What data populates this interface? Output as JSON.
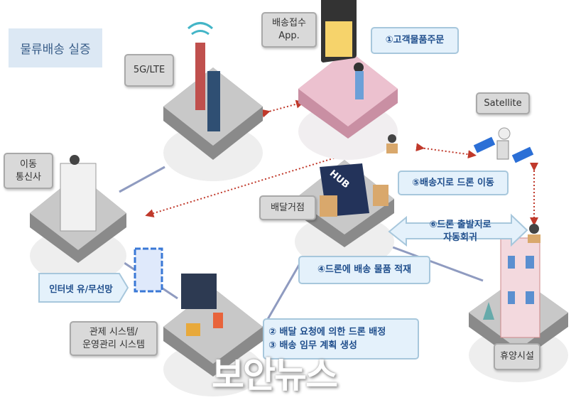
{
  "title": "물류배송 실증",
  "labels": {
    "network": "5G/LTE",
    "app_line1": "배송접수",
    "app_line2": "App.",
    "satellite": "Satellite",
    "telecom_line1": "이동",
    "telecom_line2": "통신사",
    "hub_label": "배달거점",
    "hub_sign": "HUB",
    "control_line1": "관제 시스템/",
    "control_line2": "운영관리 시스템",
    "resort": "휴양시설",
    "internet": "인터넷 유/무선망"
  },
  "steps": {
    "s1": "①고객물품주문",
    "s2": "② 배달 요청에 의한 드론 배정",
    "s3": "③ 배송 임무 계획 생성",
    "s4": "④드론에 배송 물품 적재",
    "s5": "⑤배송지로 드론 이동",
    "s6_line1": "⑥드론 출발지로",
    "s6_line2": "자동회귀"
  },
  "watermark": "보안뉴스",
  "colors": {
    "step_text": "#1f4e8c",
    "dotted_link": "#c0392b",
    "platform": "#b5b5b5",
    "pink_platform": "#e7b3c4"
  }
}
